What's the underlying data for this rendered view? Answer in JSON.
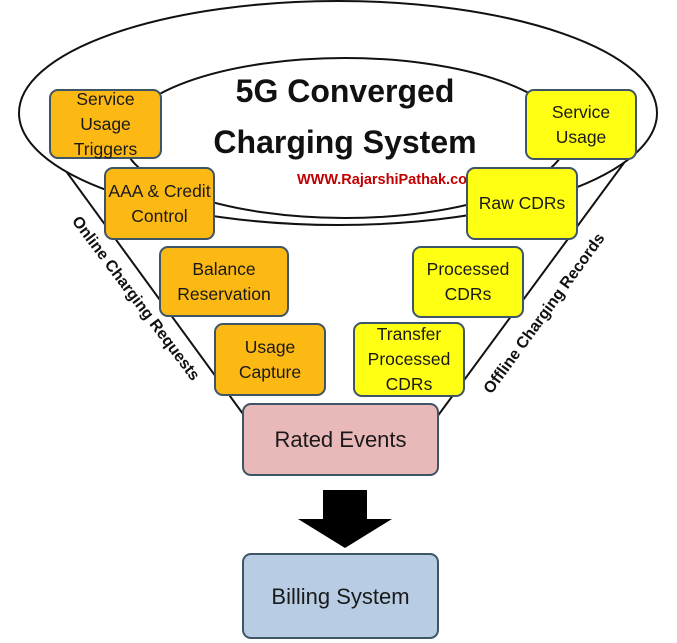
{
  "title_line1": "5G Converged",
  "title_line2": "Charging System",
  "website": "WWW.RajarshiPathak.com",
  "online_label": "Online Charging Requests",
  "offline_label": "Offline Charging Records",
  "online_steps": [
    "Service Usage Triggers",
    "AAA & Credit Control",
    "Balance Reservation",
    "Usage Capture"
  ],
  "offline_steps": [
    "Service Usage",
    "Raw CDRs",
    "Processed CDRs",
    "Transfer Processed CDRs"
  ],
  "rated_events": "Rated Events",
  "billing_system": "Billing System",
  "colors": {
    "online_fill": "#fcb813",
    "offline_fill": "#ffff14",
    "rated_fill": "#e9b8b8",
    "billing_fill": "#b8cde3",
    "outline": "#3d5566",
    "website_text": "#c00000"
  }
}
